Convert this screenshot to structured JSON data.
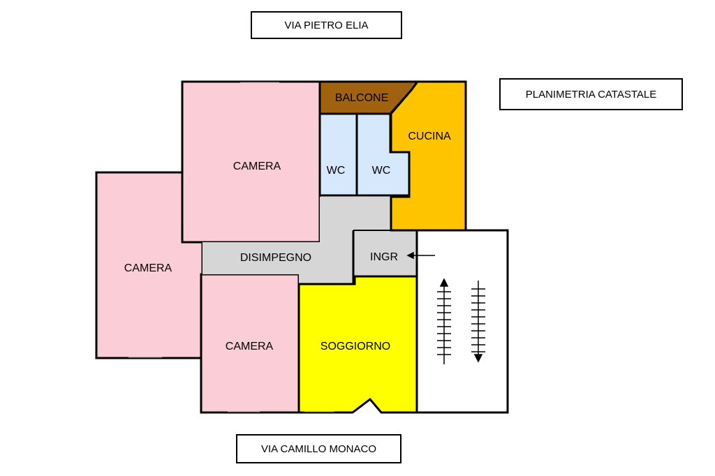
{
  "streets": {
    "north": "VIA PIETRO ELIA",
    "south": "VIA CAMILLO MONACO"
  },
  "plan_title": "PLANIMETRIA CATASTALE",
  "rooms": {
    "balcone": "BALCONE",
    "cucina": "CUCINA",
    "camera_top": "CAMERA",
    "wc_left": "WC",
    "wc_right": "WC",
    "camera_left": "CAMERA",
    "disimpegno": "DISIMPEGNO",
    "ingr": "INGR",
    "camera_bottom": "CAMERA",
    "soggiorno": "SOGGIORNO"
  },
  "colors": {
    "camera": "#fbcdd6",
    "balcone": "#a0620f",
    "cucina": "#ffc400",
    "wc": "#d6e8fb",
    "corridor": "#d6d6d6",
    "soggiorno": "#ffff00",
    "stairs": "#ffffff",
    "wall": "#000000"
  }
}
